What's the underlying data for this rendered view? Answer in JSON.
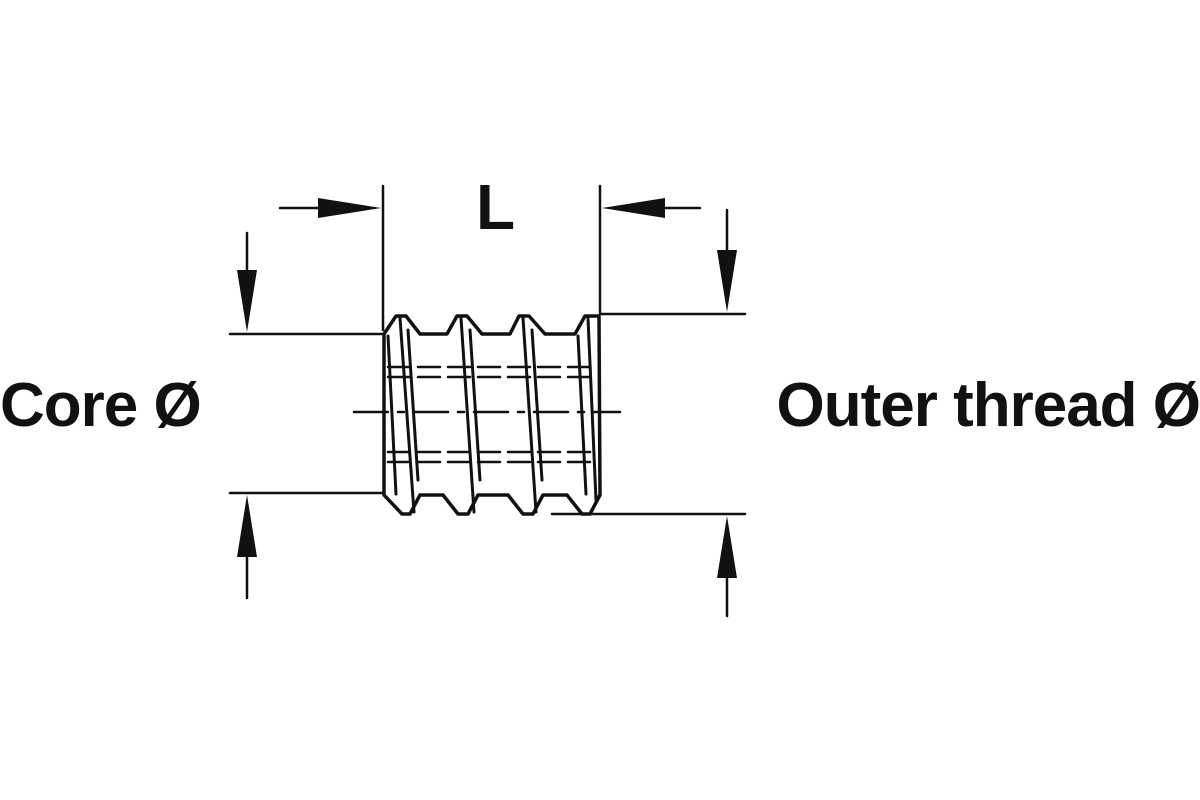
{
  "labels": {
    "length": "L",
    "core_diameter": "Core Ø",
    "outer_thread_diameter": "Outer thread Ø"
  },
  "colors": {
    "ink": "#111111",
    "background": "#ffffff"
  }
}
